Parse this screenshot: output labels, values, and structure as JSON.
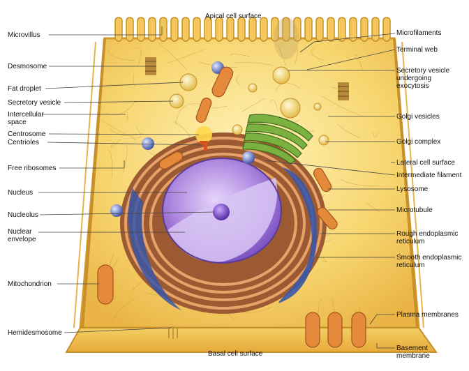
{
  "surface_labels": {
    "apical": "Apical cell surface",
    "basal": "Basal cell surface"
  },
  "left_labels": [
    {
      "id": "microvillus",
      "text": "Microvillus"
    },
    {
      "id": "desmosome",
      "text": "Desmosome"
    },
    {
      "id": "fat-droplet",
      "text": "Fat droplet"
    },
    {
      "id": "secretory-vesicle",
      "text": "Secretory vesicle"
    },
    {
      "id": "intercellular-space",
      "text": "Intercellular\nspace"
    },
    {
      "id": "centrosome",
      "text": "Centrosome"
    },
    {
      "id": "centrioles",
      "text": "Centrioles"
    },
    {
      "id": "free-ribosomes",
      "text": "Free ribosomes"
    },
    {
      "id": "nucleus",
      "text": "Nucleus"
    },
    {
      "id": "nucleolus",
      "text": "Nucleolus"
    },
    {
      "id": "nuclear-envelope",
      "text": "Nuclear\nenvelope"
    },
    {
      "id": "mitochondrion",
      "text": "Mitochondrion"
    },
    {
      "id": "hemidesmosome",
      "text": "Hemidesmosome"
    }
  ],
  "right_labels": [
    {
      "id": "microfilaments",
      "text": "Microfilaments"
    },
    {
      "id": "terminal-web",
      "text": "Terminal web"
    },
    {
      "id": "secretory-vesicle-exocytosis",
      "text": "Secretory vesicle\nundergoing\nexocytosis"
    },
    {
      "id": "golgi-vesicles",
      "text": "Golgi vesicles"
    },
    {
      "id": "golgi-complex",
      "text": "Golgi complex"
    },
    {
      "id": "lateral-cell-surface",
      "text": "Lateral cell surface"
    },
    {
      "id": "intermediate-filament",
      "text": "Intermediate filament"
    },
    {
      "id": "lysosome",
      "text": "Lysosome"
    },
    {
      "id": "microtubule",
      "text": "Microtubule"
    },
    {
      "id": "rough-er",
      "text": "Rough endoplasmic\nreticulum"
    },
    {
      "id": "smooth-er",
      "text": "Smooth endoplasmic\nreticulum"
    },
    {
      "id": "plasma-membranes",
      "text": "Plasma membranes"
    },
    {
      "id": "basement-membrane",
      "text": "Basement\nmembrane"
    }
  ],
  "colors": {
    "cytoplasm": "#f6d77a",
    "membrane": "#e2a53a",
    "nucleus": "#9b6fd6",
    "nucleus_light": "#d9c6f2",
    "rough_er": "#c87b4a",
    "smooth_er": "#3f5fb0",
    "golgi": "#6fa23a",
    "mitochondrion": "#e0813a",
    "leader": "#444444"
  }
}
